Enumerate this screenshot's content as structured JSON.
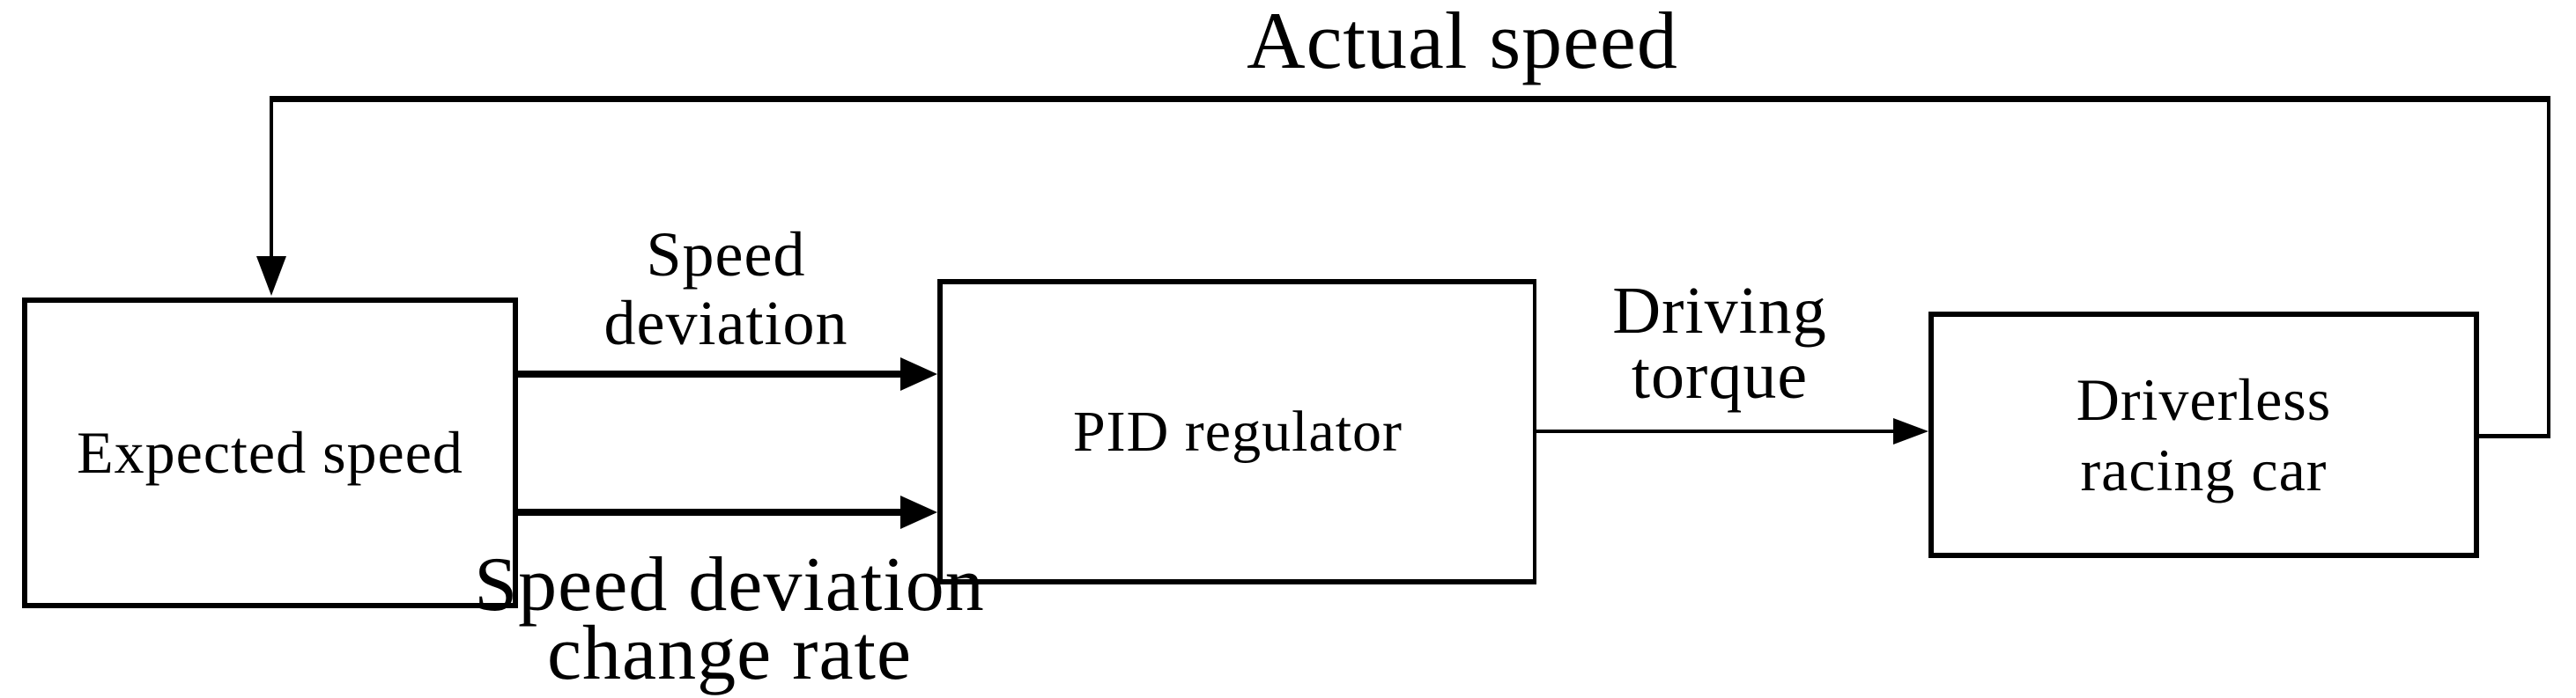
{
  "colors": {
    "ink": "#000000",
    "background": "#ffffff"
  },
  "nodes": {
    "expected_speed": {
      "label": "Expected speed"
    },
    "pid_regulator": {
      "label": "PID regulator"
    },
    "driverless_racing_car": {
      "lines": [
        "Driverless",
        "racing car"
      ]
    }
  },
  "edges": [
    {
      "id": "speed-deviation",
      "from": "expected_speed",
      "to": "pid_regulator",
      "style": "thick-arrow",
      "label_lines": [
        "Speed",
        "deviation"
      ]
    },
    {
      "id": "speed-deviation-change-rate",
      "from": "expected_speed",
      "to": "pid_regulator",
      "style": "thick-arrow",
      "label_lines": [
        "Speed deviation",
        "change rate"
      ]
    },
    {
      "id": "driving-torque",
      "from": "pid_regulator",
      "to": "driverless_racing_car",
      "style": "thin-arrow",
      "label_lines": [
        "Driving",
        "torque"
      ]
    },
    {
      "id": "actual-speed-feedback",
      "from": "driverless_racing_car",
      "to": "expected_speed",
      "style": "feedback-loop",
      "label_lines": [
        "Actual speed"
      ]
    }
  ]
}
